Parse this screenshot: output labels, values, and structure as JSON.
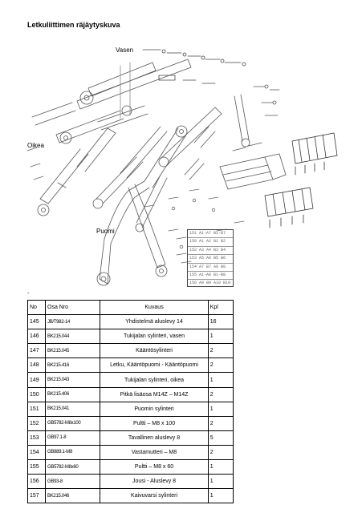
{
  "page": {
    "title": "Letkuliittimen räjäytyskuva"
  },
  "diagram": {
    "labels": {
      "left": "Vasen",
      "right": "Oikea",
      "boom": "Puomi"
    },
    "legend_rows": [
      "151 A1-A7 B1-B7",
      "150 A1 A2 B1 B2",
      "152 A3 A4 B3 B4",
      "153 A5 A6 B5 B6",
      "154 A7 B7 A8 B8",
      "155 A1-A8 B1-B8",
      "156 A9 B9 A10 B10"
    ]
  },
  "separator": "-",
  "table": {
    "headers": {
      "no": "No",
      "osa": "Osa Nro",
      "kuvaus": "Kuvaus",
      "kpl": "Kpl"
    },
    "rows": [
      {
        "no": "145",
        "osa": "JB/T982-14",
        "kuvaus": "Yhdistelmä aluslevy 14",
        "kpl": "16"
      },
      {
        "no": "146",
        "osa": "BK215.044",
        "kuvaus": "Tukijalan sylinteri, vasen",
        "kpl": "1"
      },
      {
        "no": "147",
        "osa": "BK215.045",
        "kuvaus": "Kääntösylinteri",
        "kpl": "2"
      },
      {
        "no": "148",
        "osa": "BK215.416",
        "kuvaus": "Letku, Kääntöpuomi - Kääntöpuomi",
        "kpl": "2"
      },
      {
        "no": "149",
        "osa": "BK215.043",
        "kuvaus": "Tukijalan sylinteri, oikea",
        "kpl": "1"
      },
      {
        "no": "150",
        "osa": "BK215.406",
        "kuvaus": "Pitkä lisäosa M14Z – M14Z",
        "kpl": "2"
      },
      {
        "no": "151",
        "osa": "BK215.041",
        "kuvaus": "Puomin sylinteri",
        "kpl": "1"
      },
      {
        "no": "152",
        "osa": "GB5782-M8x100",
        "kuvaus": "Pultti – M8 x 100",
        "kpl": "2"
      },
      {
        "no": "153",
        "osa": "GB97.1-8",
        "kuvaus": "Tavallinen aluslevy 8",
        "kpl": "5"
      },
      {
        "no": "154",
        "osa": "GB889.1-M8",
        "kuvaus": "Vastamutteri – M8",
        "kpl": "2"
      },
      {
        "no": "155",
        "osa": "GB5782-M8x60",
        "kuvaus": "Pultti – M8 x 60",
        "kpl": "1"
      },
      {
        "no": "156",
        "osa": "GB93-8",
        "kuvaus": "Jousi - Aluslevy 8",
        "kpl": "1"
      },
      {
        "no": "157",
        "osa": "BK215.046",
        "kuvaus": "Kaivuvarsi sylinteri",
        "kpl": "1"
      }
    ]
  }
}
